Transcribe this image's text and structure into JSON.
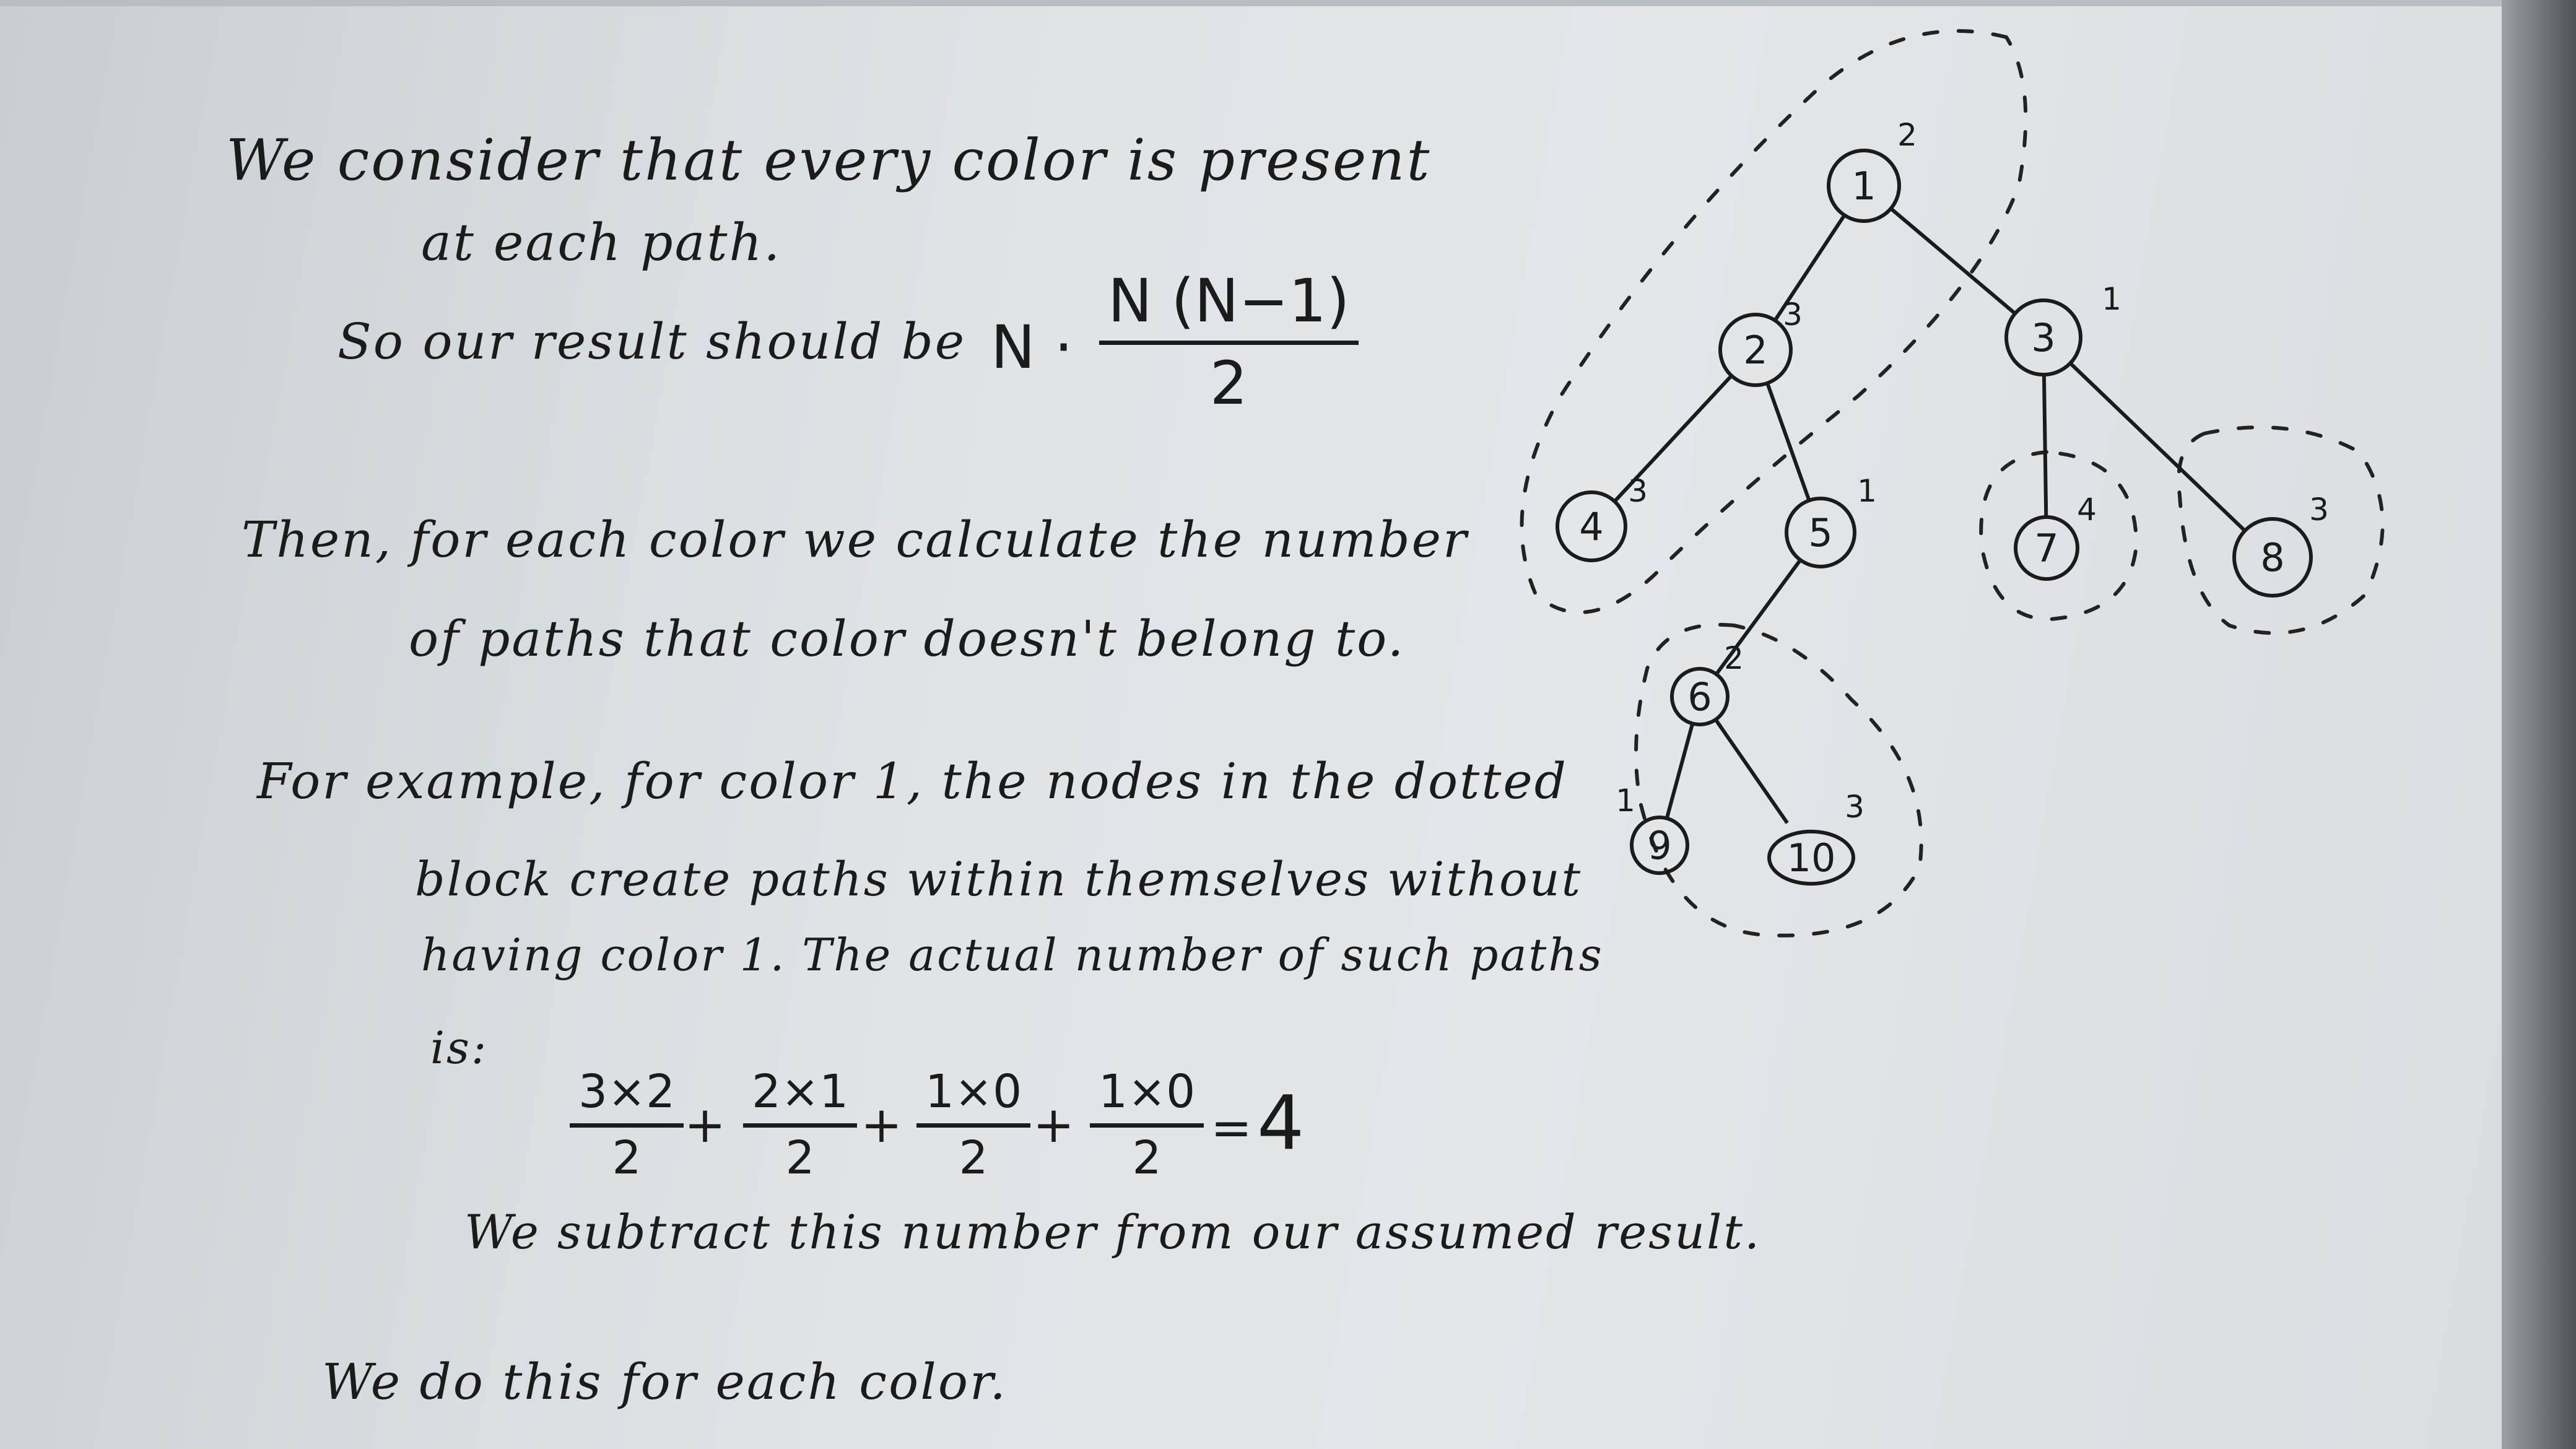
{
  "text": {
    "line1": "We consider that every color is present",
    "line2": "at each path.",
    "line3": "So our result should be",
    "formula_n": "N ·",
    "formula_num": "N (N−1)",
    "formula_den": "2",
    "line4": "Then, for each color we calculate the number",
    "line5": "of paths that color doesn't belong to.",
    "line6": "For example, for color 1, the nodes in the dotted",
    "line7": "block create paths within themselves without",
    "line8": "having color 1. The actual number of such paths",
    "line9": "is:",
    "line10": "We subtract this number from our assumed result.",
    "line11": "We do this for each color."
  },
  "equation": {
    "terms": [
      {
        "num": "3×2",
        "den": "2"
      },
      {
        "num": "2×1",
        "den": "2"
      },
      {
        "num": "1×0",
        "den": "2"
      },
      {
        "num": "1×0",
        "den": "2"
      }
    ],
    "plus": "+",
    "equals": "=",
    "result": "4"
  },
  "tree": {
    "nodes": [
      {
        "id": "1",
        "color": "2"
      },
      {
        "id": "2",
        "color": "3"
      },
      {
        "id": "3",
        "color": "1"
      },
      {
        "id": "4",
        "color": "3"
      },
      {
        "id": "5",
        "color": "1"
      },
      {
        "id": "6",
        "color": "2"
      },
      {
        "id": "7",
        "color": "4"
      },
      {
        "id": "8",
        "color": "3"
      },
      {
        "id": "9",
        "color": "1"
      },
      {
        "id": "10",
        "color": "3"
      }
    ],
    "edges": [
      [
        "1",
        "2"
      ],
      [
        "1",
        "3"
      ],
      [
        "2",
        "4"
      ],
      [
        "2",
        "5"
      ],
      [
        "5",
        "6"
      ],
      [
        "3",
        "7"
      ],
      [
        "3",
        "8"
      ],
      [
        "6",
        "9"
      ],
      [
        "6",
        "10"
      ]
    ],
    "dotted_groups": [
      [
        "1",
        "2",
        "4"
      ],
      [
        "6",
        "9",
        "10"
      ],
      [
        "7"
      ],
      [
        "8"
      ]
    ]
  }
}
